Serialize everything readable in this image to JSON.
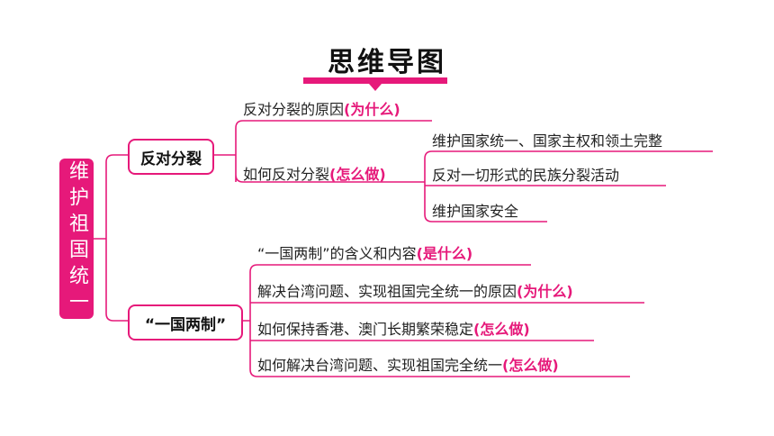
{
  "title": "思维导图",
  "root": "维护祖国统一",
  "branches": [
    {
      "label": "反对分裂",
      "children": [
        {
          "text": "反对分裂的原因",
          "accent": "(为什么)"
        },
        {
          "text": "如何反对分裂",
          "accent": "(怎么做)",
          "children": [
            {
              "text": "维护国家统一、国家主权和领土完整"
            },
            {
              "text": "反对一切形式的民族分裂活动"
            },
            {
              "text": "维护国家安全"
            }
          ]
        }
      ]
    },
    {
      "label": "“一国两制”",
      "children": [
        {
          "text": "“一国两制”的含义和内容",
          "accent": "(是什么)"
        },
        {
          "text": "解决台湾问题、实现祖国完全统一的原因",
          "accent": "(为什么)"
        },
        {
          "text": "如何保持香港、澳门长期繁荣稳定",
          "accent": "(怎么做)"
        },
        {
          "text": "如何解决台湾问题、实现祖国完全统一",
          "accent": "(怎么做)"
        }
      ]
    }
  ],
  "colors": {
    "accent": "#e6197a",
    "text": "#222222"
  }
}
